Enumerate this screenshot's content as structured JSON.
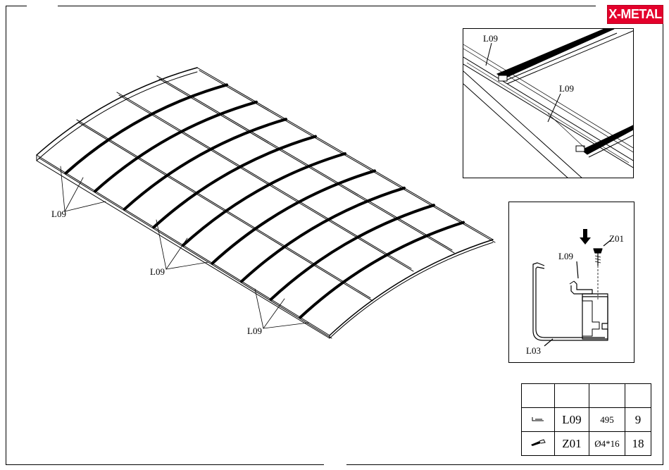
{
  "brand": {
    "logo_text": "X-METAL",
    "logo_color": "#e4002b"
  },
  "main_view": {
    "callouts": [
      "L09",
      "L09",
      "L09"
    ]
  },
  "detail_top": {
    "callouts": [
      "L09",
      "L09"
    ]
  },
  "detail_section": {
    "callouts": {
      "screw": "Z01",
      "channel": "L09",
      "profile": "L03"
    },
    "arrow_icon": "down-arrow-icon"
  },
  "parts_table": {
    "header": [
      "",
      "",
      "",
      ""
    ],
    "rows": [
      {
        "icon": "channel-profile-icon",
        "code": "L09",
        "spec": "495",
        "qty": "9"
      },
      {
        "icon": "screw-icon",
        "code": "Z01",
        "spec": "Ø4*16",
        "qty": "18"
      }
    ]
  }
}
